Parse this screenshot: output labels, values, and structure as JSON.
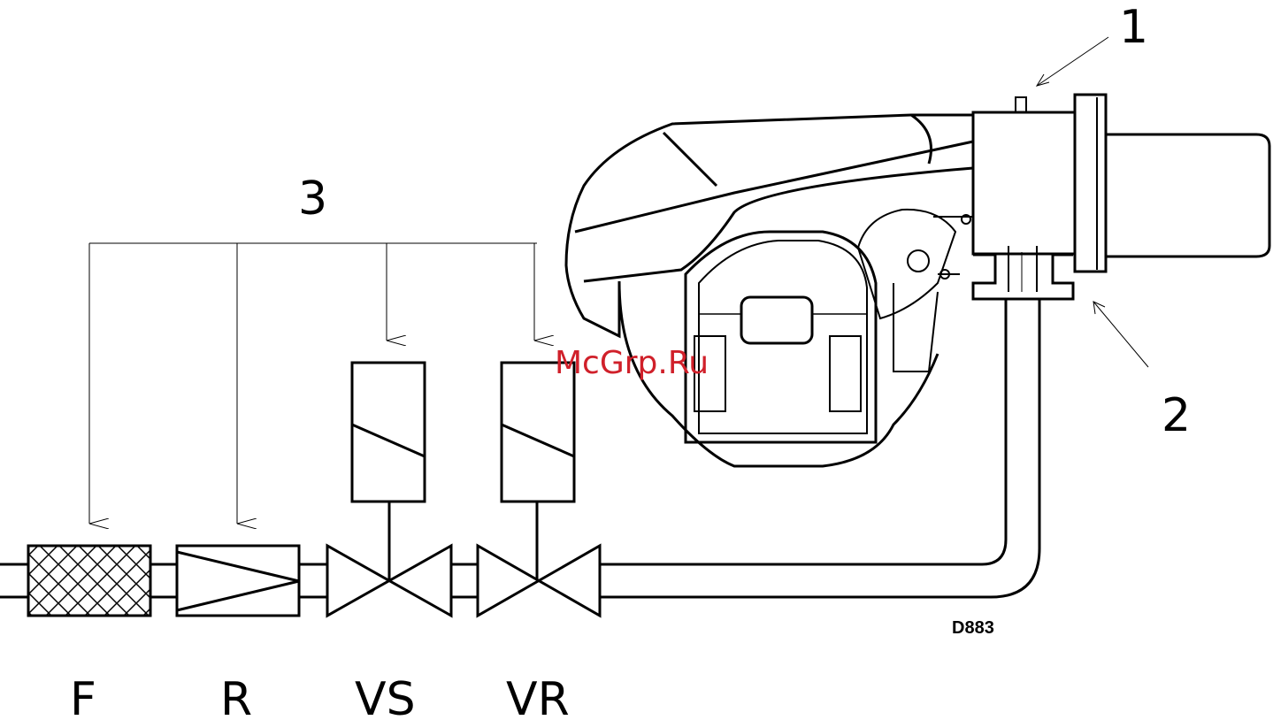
{
  "labels": {
    "callout_1": "1",
    "callout_2": "2",
    "callout_3": "3",
    "filter": "F",
    "regulator": "R",
    "safety_valve": "VS",
    "regulating_valve": "VR",
    "drawing_code": "D883",
    "watermark": "McGrp.Ru"
  },
  "colors": {
    "line": "#000000",
    "watermark": "#d0202a"
  }
}
